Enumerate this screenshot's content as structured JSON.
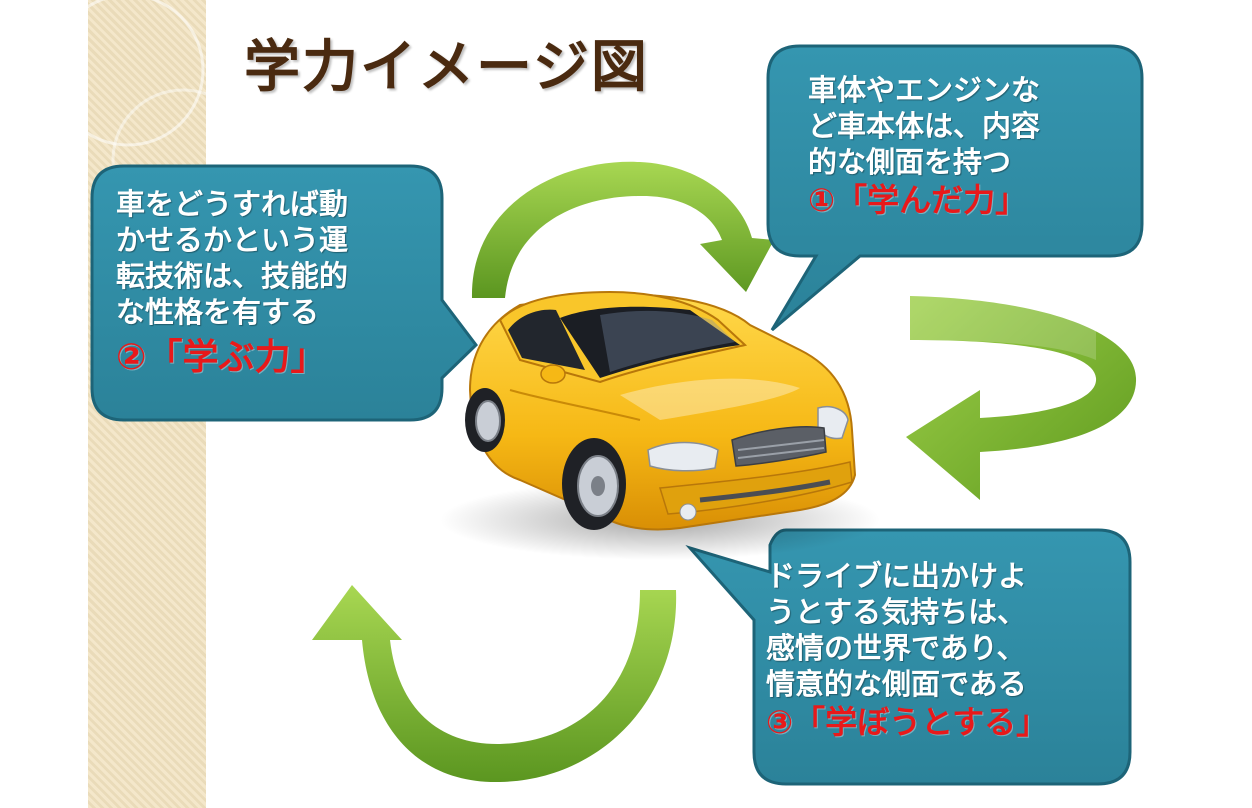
{
  "title": "学力イメージ図",
  "callouts": [
    {
      "id": "1",
      "lines": [
        "車体やエンジンな",
        "ど車本体は、内容",
        "的な側面を持つ"
      ],
      "highlight": "①「学んだ力」"
    },
    {
      "id": "2",
      "lines": [
        "車をどうすれば動",
        "かせるかという運",
        "転技術は、技能的",
        "な性格を有する"
      ],
      "highlight": "②「学ぶ力」"
    },
    {
      "id": "3",
      "lines": [
        "ドライブに出かけよ",
        "うとする気持ちは、",
        "感情の世界であり、",
        "情意的な側面である"
      ],
      "highlight": "③「学ぼうとする」"
    }
  ],
  "colors": {
    "callout_fill": "#2f8fa8",
    "callout_border": "#1d6478",
    "arrow_green": "#7db82e",
    "highlight_red": "#e8191a",
    "title_brown": "#4a2a10",
    "car_yellow": "#f6b815"
  }
}
